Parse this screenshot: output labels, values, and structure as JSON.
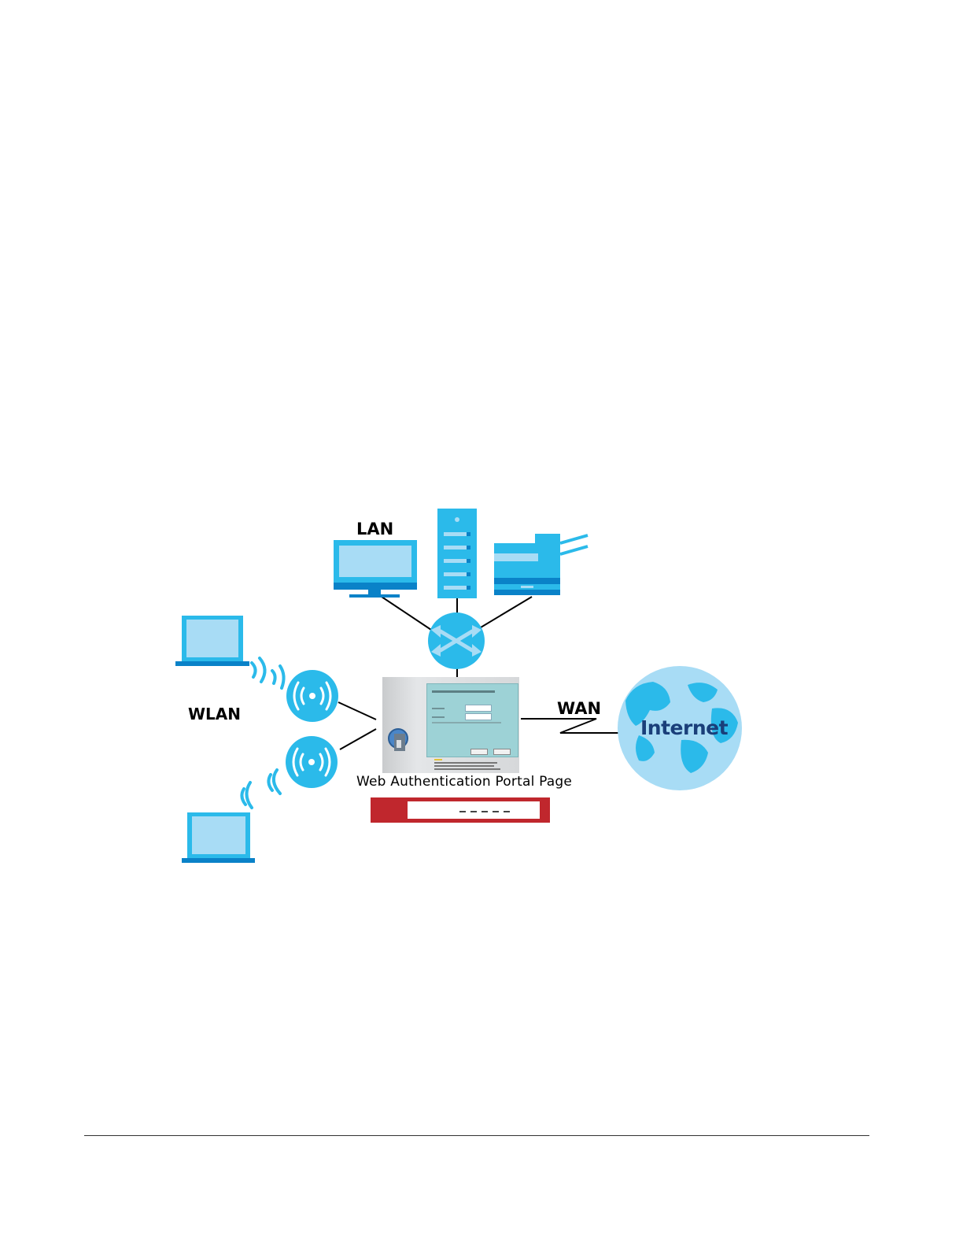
{
  "labels": {
    "lan": "LAN",
    "wlan": "WLAN",
    "wan": "WAN",
    "internet": "Internet",
    "portal": "Web Authentication Portal Page"
  },
  "colors": {
    "device_light": "#a8dcf5",
    "device_mid": "#2bbaea",
    "device_dark": "#0a82c8",
    "globe_land": "#2bbaea",
    "globe_sea": "#a8dcf5",
    "firewall_red": "#c0272d",
    "line": "#000000"
  },
  "icons": [
    "monitor-icon",
    "server-icon",
    "printer-icon",
    "switch-icon",
    "laptop-icon",
    "access-point-icon",
    "wifi-signal-icon",
    "globe-icon",
    "firewall-icon",
    "login-page-icon"
  ]
}
